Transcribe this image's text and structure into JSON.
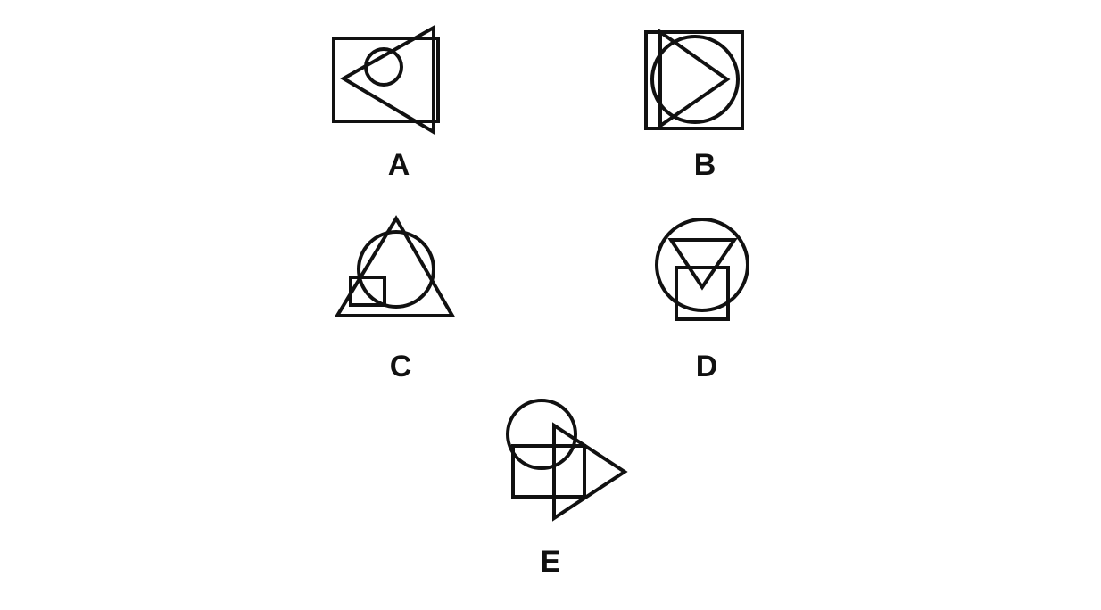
{
  "colors": {
    "background": "#ffffff",
    "stroke": "#111111"
  },
  "options": [
    {
      "label": "A",
      "shapes": [
        "rectangle",
        "triangle-pointing-left",
        "small-circle"
      ]
    },
    {
      "label": "B",
      "shapes": [
        "square",
        "triangle-pointing-right",
        "circle"
      ]
    },
    {
      "label": "C",
      "shapes": [
        "triangle-pointing-up",
        "circle",
        "small-square"
      ]
    },
    {
      "label": "D",
      "shapes": [
        "circle",
        "triangle-pointing-down",
        "square"
      ]
    },
    {
      "label": "E",
      "shapes": [
        "circle",
        "square",
        "triangle-pointing-right"
      ]
    }
  ]
}
